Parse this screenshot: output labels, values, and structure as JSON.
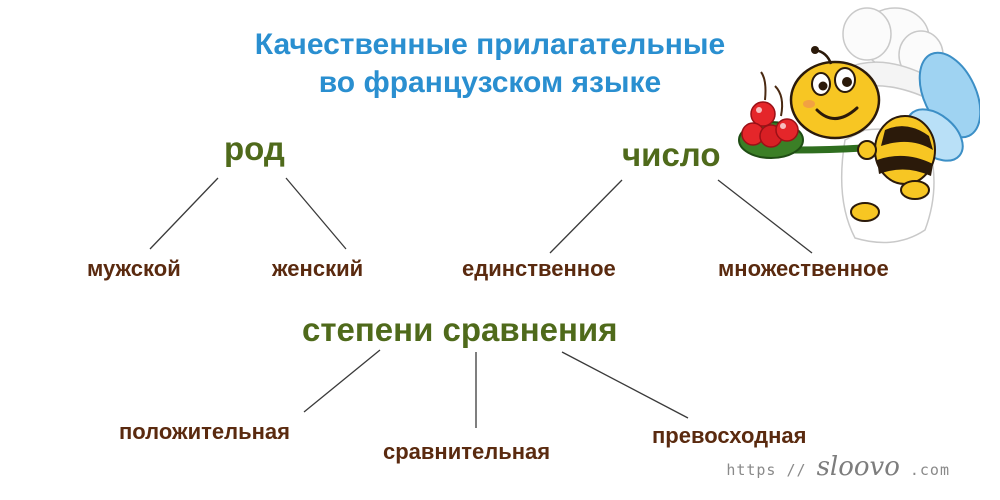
{
  "title": {
    "line1": "Качественные прилагательные",
    "line2": "во французском языке"
  },
  "categories": {
    "gender": {
      "label": "род",
      "children": [
        "мужской",
        "женский"
      ]
    },
    "number": {
      "label": "число",
      "children": [
        "единственное",
        "множественное"
      ]
    },
    "comparison": {
      "label": "степени сравнения",
      "children": [
        "положительная",
        "сравнительная",
        "превосходная"
      ]
    }
  },
  "watermark": {
    "prefix": "https //",
    "brand": "sloovo",
    "suffix": ".com"
  },
  "colors": {
    "title": "#2a8fd0",
    "category": "#4f6a1b",
    "leaf": "#5a2a0f",
    "connector": "#3a3a3a"
  },
  "illustration": "bee-chef-with-cherries"
}
